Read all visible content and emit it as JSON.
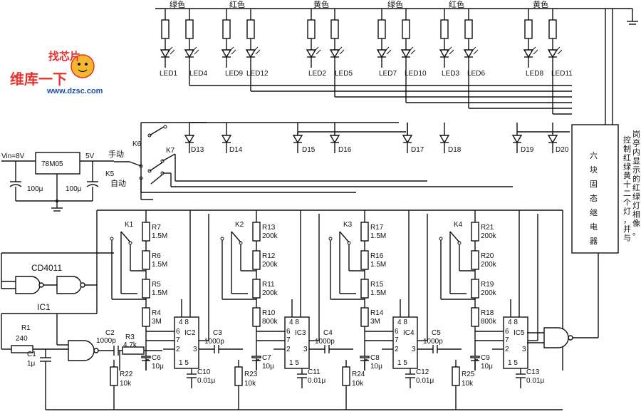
{
  "logo": {
    "brand_cn": "维库一下",
    "url": "www.dzsc.com",
    "mascot_text": "找芯片"
  },
  "colors": {
    "logo_red": "#e8322c",
    "logo_blue": "#1c4fa8",
    "ink": "#111111"
  },
  "color_labels": [
    "绿色",
    "红色",
    "黄色",
    "绿色",
    "红色",
    "黄色"
  ],
  "leds": [
    "LED1",
    "LED4",
    "LED9",
    "LED12",
    "LED2",
    "LED5",
    "LED7",
    "LED10",
    "LED3",
    "LED6",
    "LED8",
    "LED11"
  ],
  "diodes": [
    "D13",
    "D14",
    "D15",
    "D16",
    "D17",
    "D18",
    "D19",
    "D20"
  ],
  "switches": {
    "k6": "K6",
    "k7": "K7",
    "k5": "K5",
    "manual": "手动",
    "auto": "自动",
    "k1": "K1",
    "k2": "K2",
    "k3": "K3",
    "k4": "K4"
  },
  "power": {
    "vin": "Vin=8V",
    "regulator": "78M05",
    "vout": "5V",
    "cap_in": "100μ",
    "cap_out": "100μ"
  },
  "relay_box": "六块固态继电器",
  "side_note": "控制红绿黄十二个灯，并与岗亭内显示的红绿灯相像。",
  "ics": {
    "cd4011": "CD4011",
    "ic1": "IC1",
    "ic2": "IC2",
    "ic3": "IC3",
    "ic4": "IC4",
    "ic5": "IC5",
    "pins_top": "4  8",
    "pin6": "6",
    "pin7": "7",
    "pin2": "2",
    "pin3": "3",
    "pins_bottom": "1  5"
  },
  "resistors": [
    {
      "name": "R7",
      "value": "1.5M"
    },
    {
      "name": "R6",
      "value": "1.5M"
    },
    {
      "name": "R5",
      "value": "1.5M"
    },
    {
      "name": "R4",
      "value": "3M"
    },
    {
      "name": "R13",
      "value": "200k"
    },
    {
      "name": "R12",
      "value": "200k"
    },
    {
      "name": "R11",
      "value": "200k"
    },
    {
      "name": "R10",
      "value": "800k"
    },
    {
      "name": "R17",
      "value": "1.5M"
    },
    {
      "name": "R16",
      "value": "1.5M"
    },
    {
      "name": "R15",
      "value": "1.5M"
    },
    {
      "name": "R14",
      "value": "3M"
    },
    {
      "name": "R21",
      "value": "200k"
    },
    {
      "name": "R20",
      "value": "200k"
    },
    {
      "name": "R19",
      "value": "200k"
    },
    {
      "name": "R18",
      "value": "800k"
    }
  ],
  "bottom": {
    "r1": "R1",
    "r1v": "240",
    "c1": "C1",
    "c1v": "1μ",
    "c2": "C2",
    "c2v": "1000p",
    "r3": "R3",
    "r3v": "4.7k",
    "c3": "C3",
    "c3v": "1000p",
    "c4": "C4",
    "c4v": "1000p",
    "c5": "C5",
    "c5v": "1000p",
    "c6": "C6",
    "c6v": "10μ",
    "c7": "C7",
    "c7v": "10μ",
    "c8": "C8",
    "c8v": "10μ",
    "c9": "C9",
    "c9v": "10μ",
    "c10": "C10",
    "c10v": "0.01μ",
    "c11": "C11",
    "c11v": "0.01μ",
    "c12": "C12",
    "c12v": "0.01μ",
    "c13": "C13",
    "c13v": "0.01μ",
    "r22": "R22",
    "r22v": "10k",
    "r23": "R23",
    "r23v": "10k",
    "r24": "R24",
    "r24v": "10k",
    "r25": "R25",
    "r25v": "10k"
  }
}
